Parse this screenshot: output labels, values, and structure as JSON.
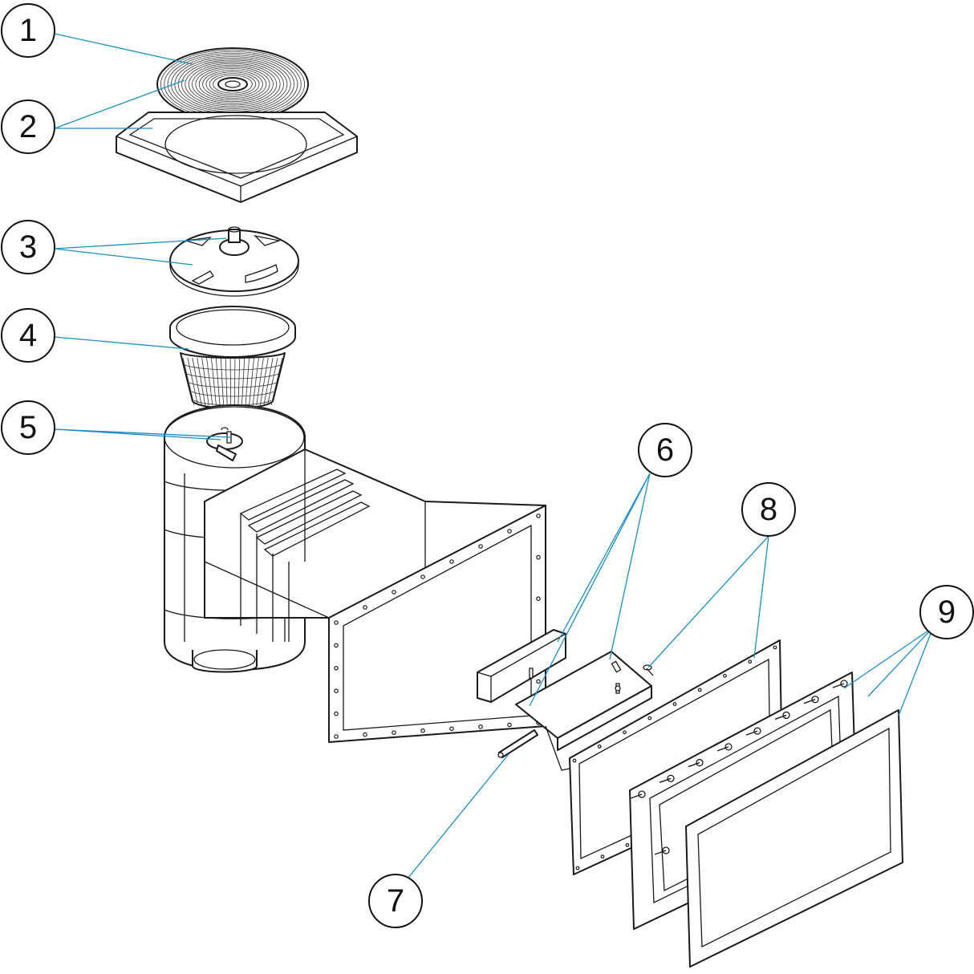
{
  "diagram": {
    "callouts": [
      {
        "number": "1"
      },
      {
        "number": "2"
      },
      {
        "number": "3"
      },
      {
        "number": "4"
      },
      {
        "number": "5"
      },
      {
        "number": "6"
      },
      {
        "number": "7"
      },
      {
        "number": "8"
      },
      {
        "number": "9"
      }
    ],
    "colors": {
      "leader": "#1b8fc4",
      "outline": "#1a1a1a",
      "background": "#ffffff"
    }
  }
}
